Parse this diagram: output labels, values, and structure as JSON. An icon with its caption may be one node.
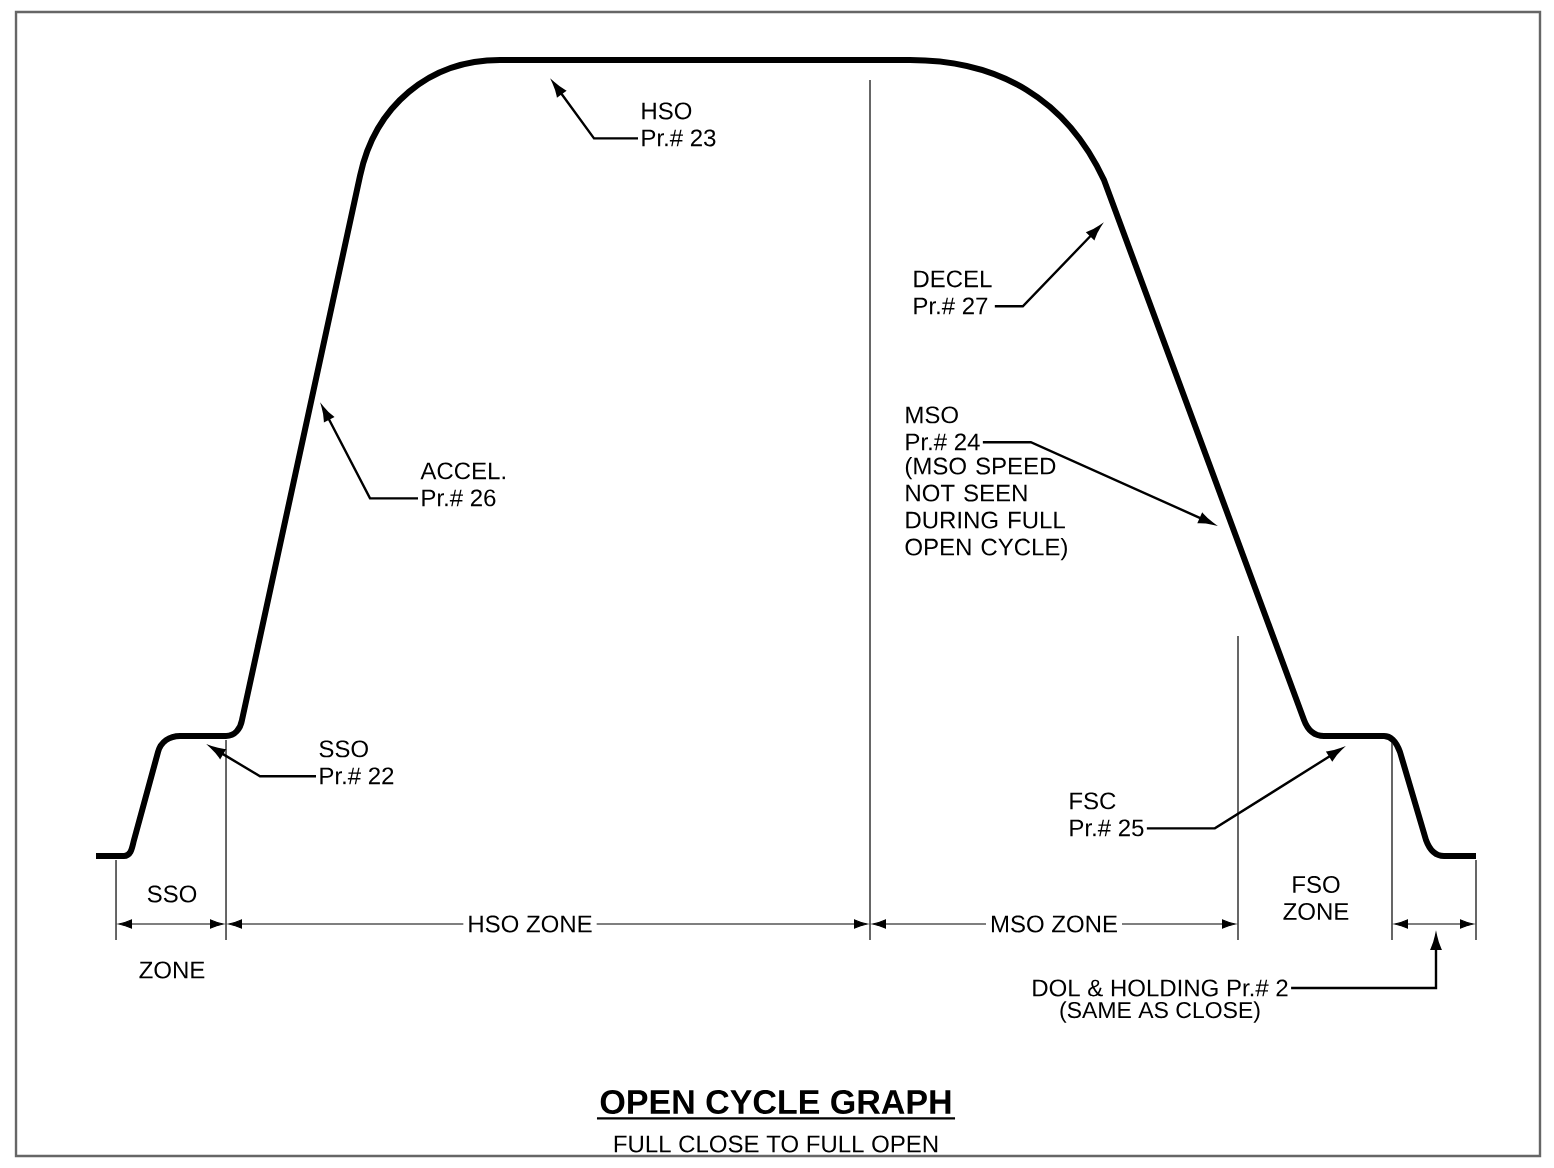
{
  "diagram": {
    "title": "OPEN CYCLE GRAPH",
    "caption": "FULL CLOSE TO FULL OPEN",
    "nodes": [
      {
        "text": [
          "HSO",
          "Pr.# 23"
        ]
      },
      {
        "text": [
          "ACCEL.",
          "Pr.# 26"
        ]
      },
      {
        "text": [
          "DECEL",
          "Pr.# 27"
        ]
      },
      {
        "text": [
          "MSO",
          "Pr.# 24"
        ],
        "beside": [
          "(MSO SPEED NOT SEEN DURING FULL OPEN CYCLE)"
        ]
      },
      {
        "text": [
          "SSO",
          "Pr.# 22"
        ]
      },
      {
        "text": [
          "FSC",
          "Pr.# 25"
        ]
      },
      {
        "text": [
          "DOL & HOLDING Pr.# 2"
        ],
        "beside": [
          "(SAME AS CLOSE)"
        ]
      }
    ],
    "edges": [
      {
        "from": 0,
        "to": null,
        "arrow": "to"
      },
      {
        "from": 1,
        "to": null,
        "arrow": "to"
      },
      {
        "from": 2,
        "to": null,
        "arrow": "to"
      },
      {
        "from": 3,
        "to": null,
        "arrow": "to"
      },
      {
        "from": 4,
        "to": null,
        "arrow": "to"
      },
      {
        "from": 5,
        "to": null,
        "arrow": "to"
      },
      {
        "from": 6,
        "to": null,
        "arrow": "to"
      }
    ],
    "labels": [
      "SSO",
      "ZONE",
      "HSO ZONE",
      "MSO ZONE",
      "FSO ZONE"
    ]
  }
}
